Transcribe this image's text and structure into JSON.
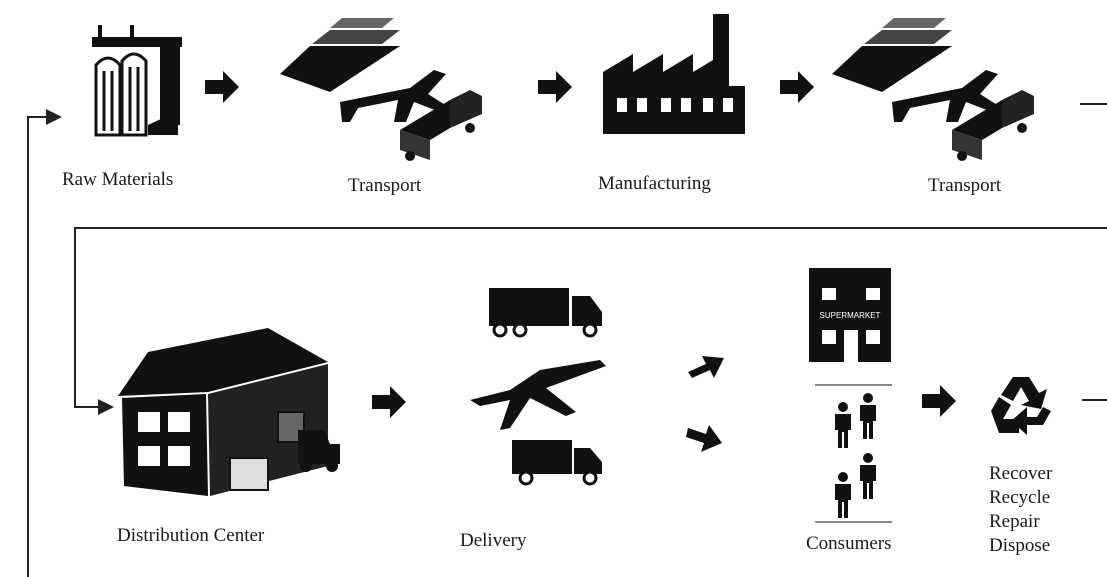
{
  "stages_top": [
    {
      "label": "Raw Materials",
      "icon": "silo-icon"
    },
    {
      "label": "Transport",
      "icon": "ship-plane-truck-icon"
    },
    {
      "label": "Manufacturing",
      "icon": "factory-icon"
    },
    {
      "label": "Transport",
      "icon": "ship-plane-truck-icon"
    }
  ],
  "stages_bottom": [
    {
      "label": "Distribution Center",
      "icon": "warehouse-icon"
    },
    {
      "label": "Delivery",
      "icon": "truck-plane-truck-icon"
    },
    {
      "label": "Consumers",
      "icon": "supermarket-people-icon"
    }
  ],
  "supermarket_sign": "SUPERMARKET",
  "end_of_life": [
    "Recover",
    "Recycle",
    "Repair",
    "Dispose"
  ],
  "colors": {
    "icon": "#111111",
    "line": "#222222",
    "text": "#1a1a1a"
  }
}
